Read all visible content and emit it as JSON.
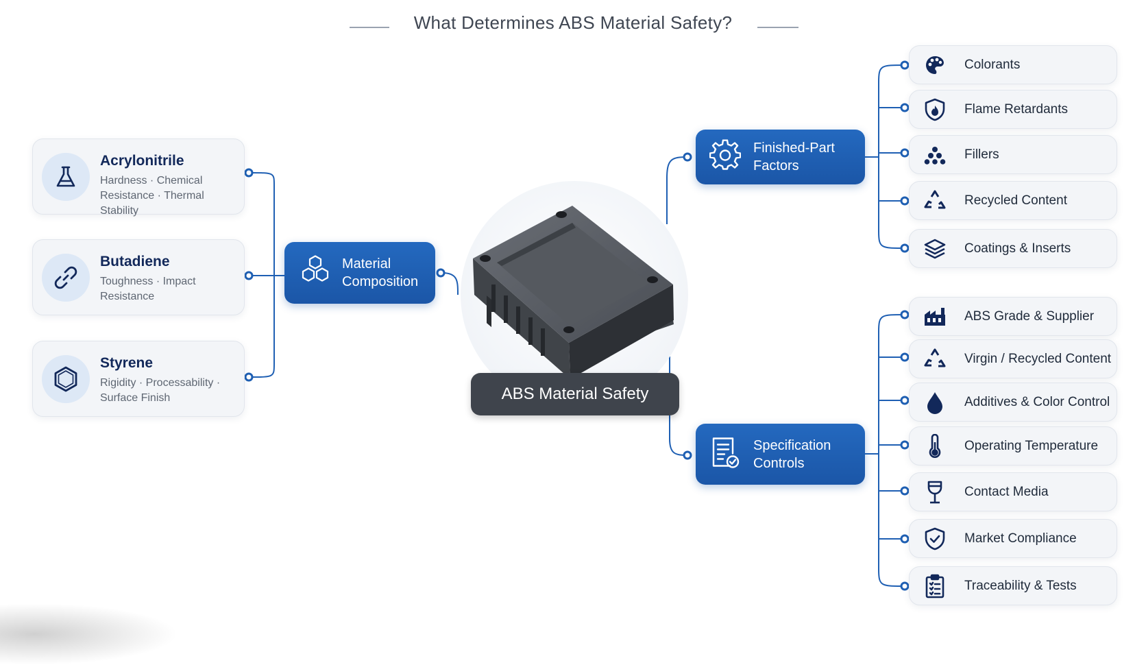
{
  "title": "What Determines ABS Material Safety?",
  "center": {
    "label": "ABS Material Safety",
    "image": "black ABS plastic enclosure part"
  },
  "hubs": {
    "material": {
      "label": "Material\nComposition",
      "icon": "hexagon-cluster-icon"
    },
    "finished": {
      "label": "Finished-Part\nFactors",
      "icon": "gear-icon"
    },
    "spec": {
      "label": "Specification\nControls",
      "icon": "document-check-icon"
    }
  },
  "composition": [
    {
      "title": "Acrylonitrile",
      "desc": "Hardness · Chemical Resistance · Thermal Stability",
      "icon": "flask-icon"
    },
    {
      "title": "Butadiene",
      "desc": "Toughness · Impact Resistance",
      "icon": "link-icon"
    },
    {
      "title": "Styrene",
      "desc": "Rigidity · Processability · Surface Finish",
      "icon": "hexagon-icon"
    }
  ],
  "finished_factors": [
    {
      "label": "Colorants",
      "icon": "palette-icon"
    },
    {
      "label": "Flame Retardants",
      "icon": "shield-flame-icon"
    },
    {
      "label": "Fillers",
      "icon": "dots-cluster-icon"
    },
    {
      "label": "Recycled Content",
      "icon": "recycle-icon"
    },
    {
      "label": "Coatings & Inserts",
      "icon": "layers-icon"
    }
  ],
  "spec_controls": [
    {
      "label": "ABS Grade & Supplier",
      "icon": "factory-icon"
    },
    {
      "label": "Virgin / Recycled Content",
      "icon": "recycle-icon"
    },
    {
      "label": "Additives & Color Control",
      "icon": "droplet-icon"
    },
    {
      "label": "Operating Temperature",
      "icon": "thermometer-icon"
    },
    {
      "label": "Contact Media",
      "icon": "wine-glass-icon"
    },
    {
      "label": "Market Compliance",
      "icon": "shield-check-icon"
    },
    {
      "label": "Traceability & Tests",
      "icon": "clipboard-icon"
    }
  ],
  "colors": {
    "accent": "#1e5fb3",
    "navy": "#12285a",
    "dark_label": "#3f444c",
    "connector": "#1e5fb3"
  }
}
